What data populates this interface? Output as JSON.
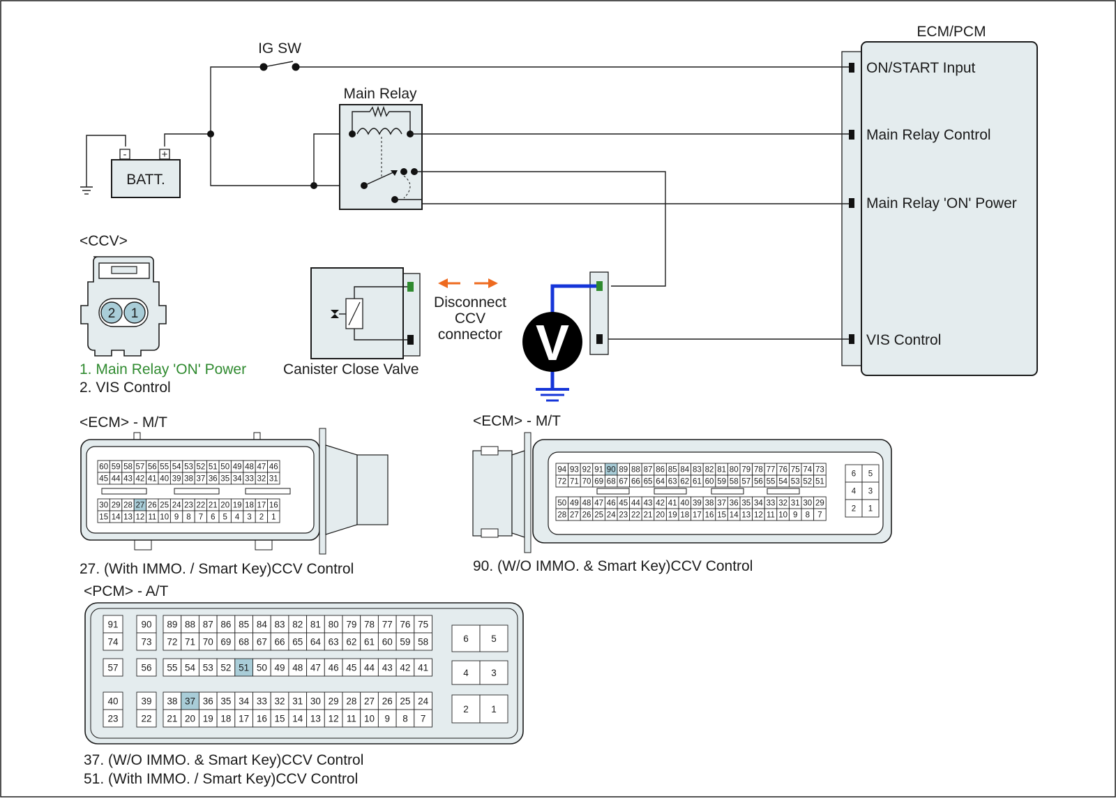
{
  "ig_sw": "IG SW",
  "ecm_pcm": {
    "title": "ECM/PCM",
    "pins": [
      "ON/START Input",
      "Main Relay Control",
      "Main Relay 'ON' Power",
      "VIS Control"
    ]
  },
  "main_relay": "Main Relay",
  "batt": "BATT.",
  "batt_minus": "-",
  "batt_plus": "+",
  "ccv_title": "<CCV>",
  "ccv_pins": [
    "2",
    "1"
  ],
  "ccv_legend": [
    "1. Main Relay 'ON' Power",
    "2. VIS Control"
  ],
  "valve_label": "Canister Close Valve",
  "disconnect": [
    "Disconnect",
    "CCV",
    "connector"
  ],
  "meter": "V",
  "ecm_mt_left": {
    "title": "<ECM> - M/T",
    "highlight": "27",
    "note": "27. (With IMMO. / Smart Key)CCV Control"
  },
  "ecm_mt_right": {
    "title": "<ECM> - M/T",
    "highlight": "90",
    "note": "90. (W/O IMMO. & Smart Key)CCV Control"
  },
  "pcm_at": {
    "title": "<PCM> - A/T",
    "highlights": [
      "37",
      "51"
    ],
    "notes": [
      "37. (W/O IMMO. & Smart Key)CCV Control",
      "51. (With IMMO. / Smart Key)CCV Control"
    ]
  },
  "colors": {
    "voltmeter_lead": "#1535d8",
    "arrows": "#ee6a1f",
    "pin1": "#2f8a2f",
    "highlight": "#a9cdd8",
    "module_fill": "#e4ecee"
  }
}
